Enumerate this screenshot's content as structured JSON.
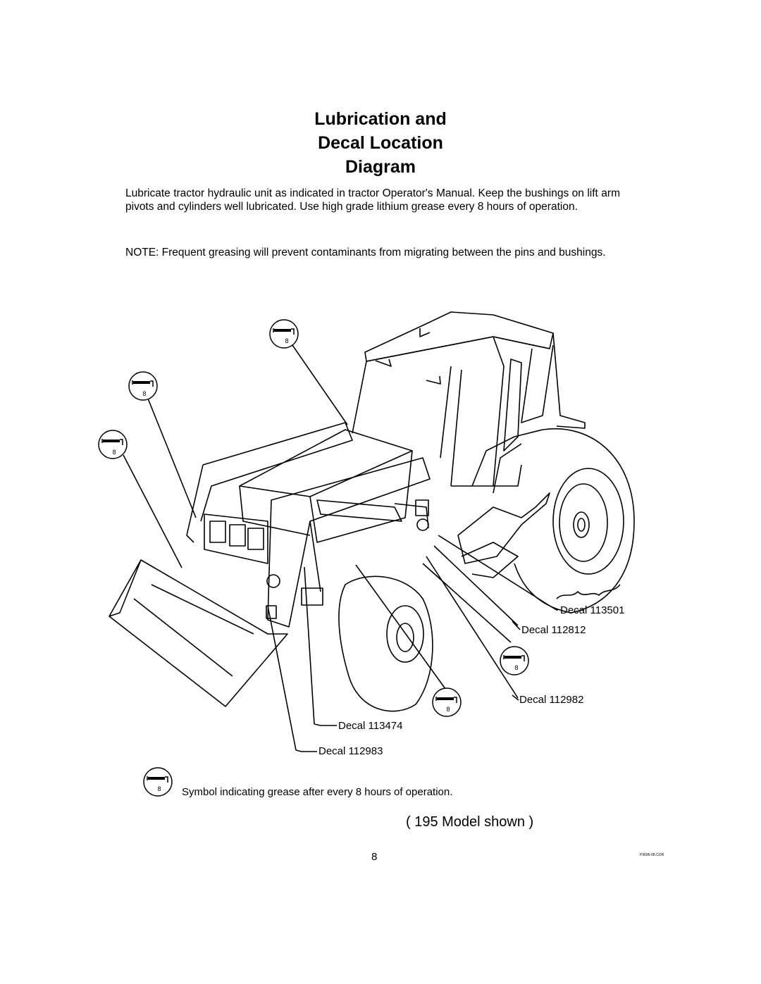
{
  "page": {
    "title_lines": [
      "Lubrication and",
      "Decal Location",
      "Diagram"
    ],
    "paragraph_1": "Lubricate tractor hydraulic unit as indicated in tractor Operator's Manual.  Keep the bushings on lift arm pivots and cylinders well lubricated.  Use high grade lithium grease every 8 hours of operation.",
    "paragraph_2": "NOTE:  Frequent greasing will prevent contaminants from migrating between the pins and bushings.",
    "legend_text": "Symbol indicating grease after every 8 hours of operation.",
    "model_note": "( 195 Model shown )",
    "page_number": "8",
    "file_ref": "P3696-08.COR"
  },
  "grease_symbol": {
    "icon": "grease-gun-icon",
    "number": "8"
  },
  "decals": [
    {
      "label": "Decal  113501"
    },
    {
      "label": "Decal  112812"
    },
    {
      "label": "Decal  112982"
    },
    {
      "label": "Decal  113474"
    },
    {
      "label": "Decal  112983"
    }
  ]
}
